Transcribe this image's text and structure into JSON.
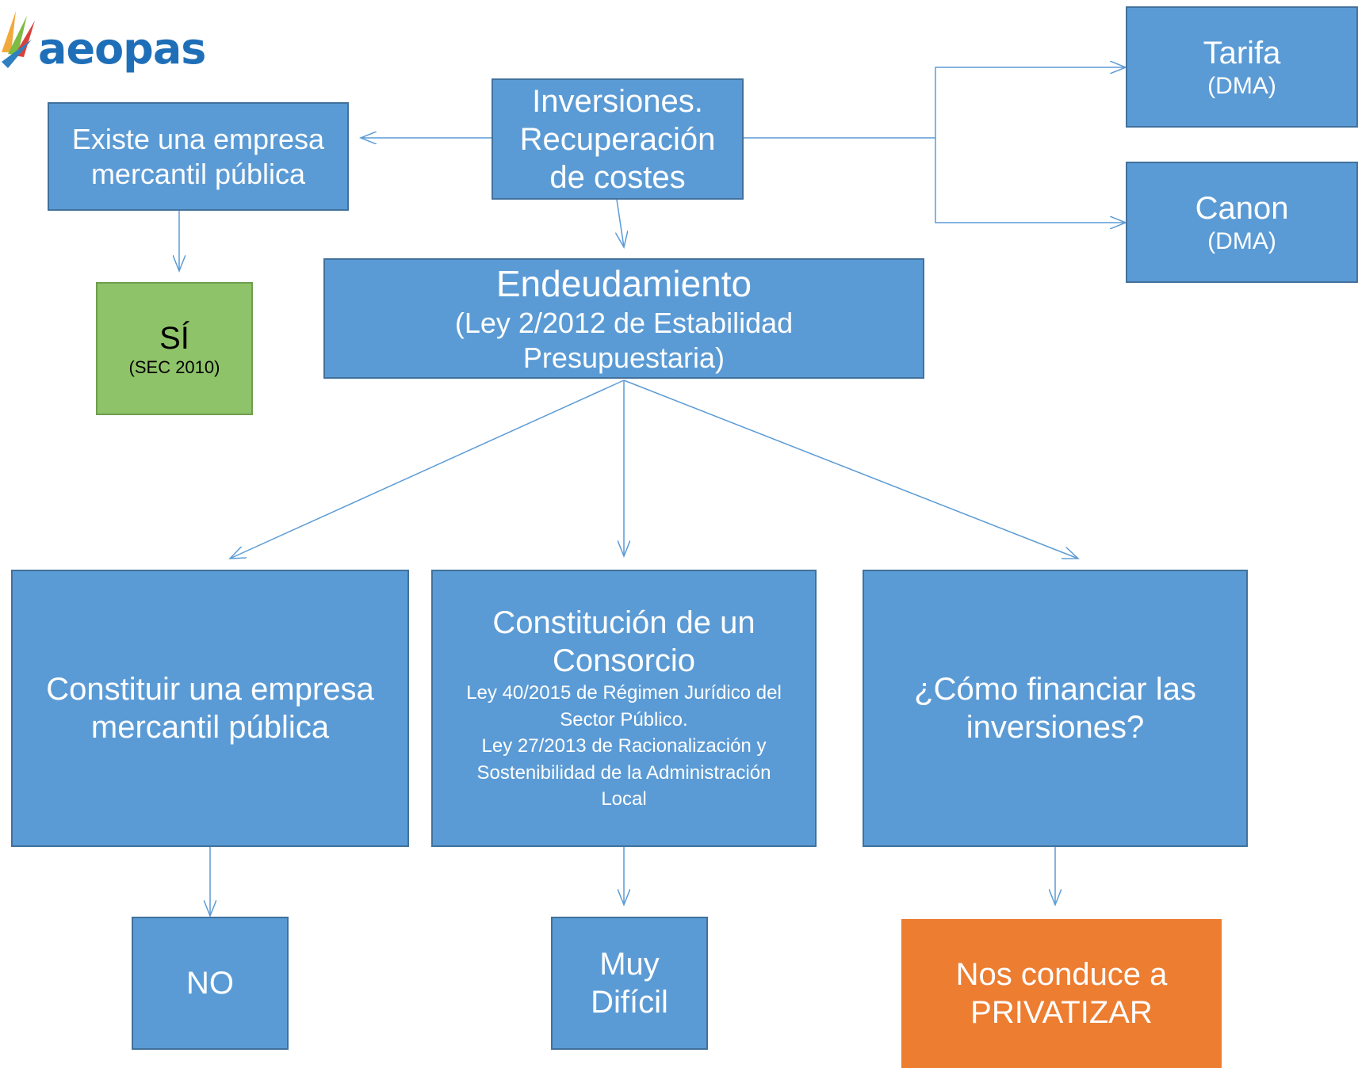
{
  "logo": {
    "text": "aeopas"
  },
  "nodes": {
    "existe": {
      "line1": "Existe una empresa",
      "line2": "mercantil pública"
    },
    "inversiones": {
      "line1": "Inversiones.",
      "line2": "Recuperación",
      "line3": "de costes"
    },
    "tarifa": {
      "title": "Tarifa",
      "sub": "(DMA)"
    },
    "canon": {
      "title": "Canon",
      "sub": "(DMA)"
    },
    "si": {
      "title": "SÍ",
      "sub": "(SEC 2010)"
    },
    "endeudamiento": {
      "title": "Endeudamiento",
      "sub1": "(Ley 2/2012 de Estabilidad",
      "sub2": "Presupuestaria)"
    },
    "constituir": {
      "line1": "Constituir una empresa",
      "line2": "mercantil pública"
    },
    "consorcio": {
      "title1": "Constitución de un",
      "title2": "Consorcio",
      "law1": "Ley 40/2015 de Régimen Jurídico del",
      "law2": "Sector Público.",
      "law3": "Ley 27/2013 de Racionalización y",
      "law4": "Sostenibilidad de la Administración",
      "law5": "Local"
    },
    "financiar": {
      "line1": "¿Cómo financiar las",
      "line2": "inversiones?"
    },
    "no": {
      "title": "NO"
    },
    "muy_dificil": {
      "line1": "Muy",
      "line2": "Difícil"
    },
    "privatizar": {
      "line1": "Nos conduce a",
      "line2": "PRIVATIZAR"
    }
  },
  "colors": {
    "box_blue": "#5b9bd5",
    "box_green": "#8fc36a",
    "box_orange": "#ed7d31",
    "connector": "#5b9bd5",
    "logo_blue": "#1f6fb8"
  }
}
